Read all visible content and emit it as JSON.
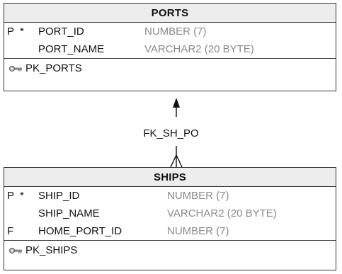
{
  "tables": {
    "ports": {
      "name": "PORTS",
      "columns": [
        {
          "flag": "P",
          "mark": "*",
          "name": "PORT_ID",
          "type": "NUMBER (7)"
        },
        {
          "flag": "",
          "mark": "",
          "name": "PORT_NAME",
          "type": "VARCHAR2 (20 BYTE)"
        }
      ],
      "keys": [
        {
          "icon": "key-icon",
          "name": "PK_PORTS"
        }
      ]
    },
    "ships": {
      "name": "SHIPS",
      "columns": [
        {
          "flag": "P",
          "mark": "*",
          "name": "SHIP_ID",
          "type": "NUMBER (7)"
        },
        {
          "flag": "",
          "mark": "",
          "name": "SHIP_NAME",
          "type": "VARCHAR2 (20 BYTE)"
        },
        {
          "flag": "F",
          "mark": "",
          "name": "HOME_PORT_ID",
          "type": "NUMBER (7)"
        }
      ],
      "keys": [
        {
          "icon": "key-icon",
          "name": "PK_SHIPS"
        }
      ]
    }
  },
  "relationship": {
    "name": "FK_SH_PO",
    "from": "SHIPS",
    "to": "PORTS",
    "type": "many-to-one"
  },
  "colors": {
    "border": "#333333",
    "header_bg": "#ededed",
    "type_text": "#8a8a8a"
  }
}
